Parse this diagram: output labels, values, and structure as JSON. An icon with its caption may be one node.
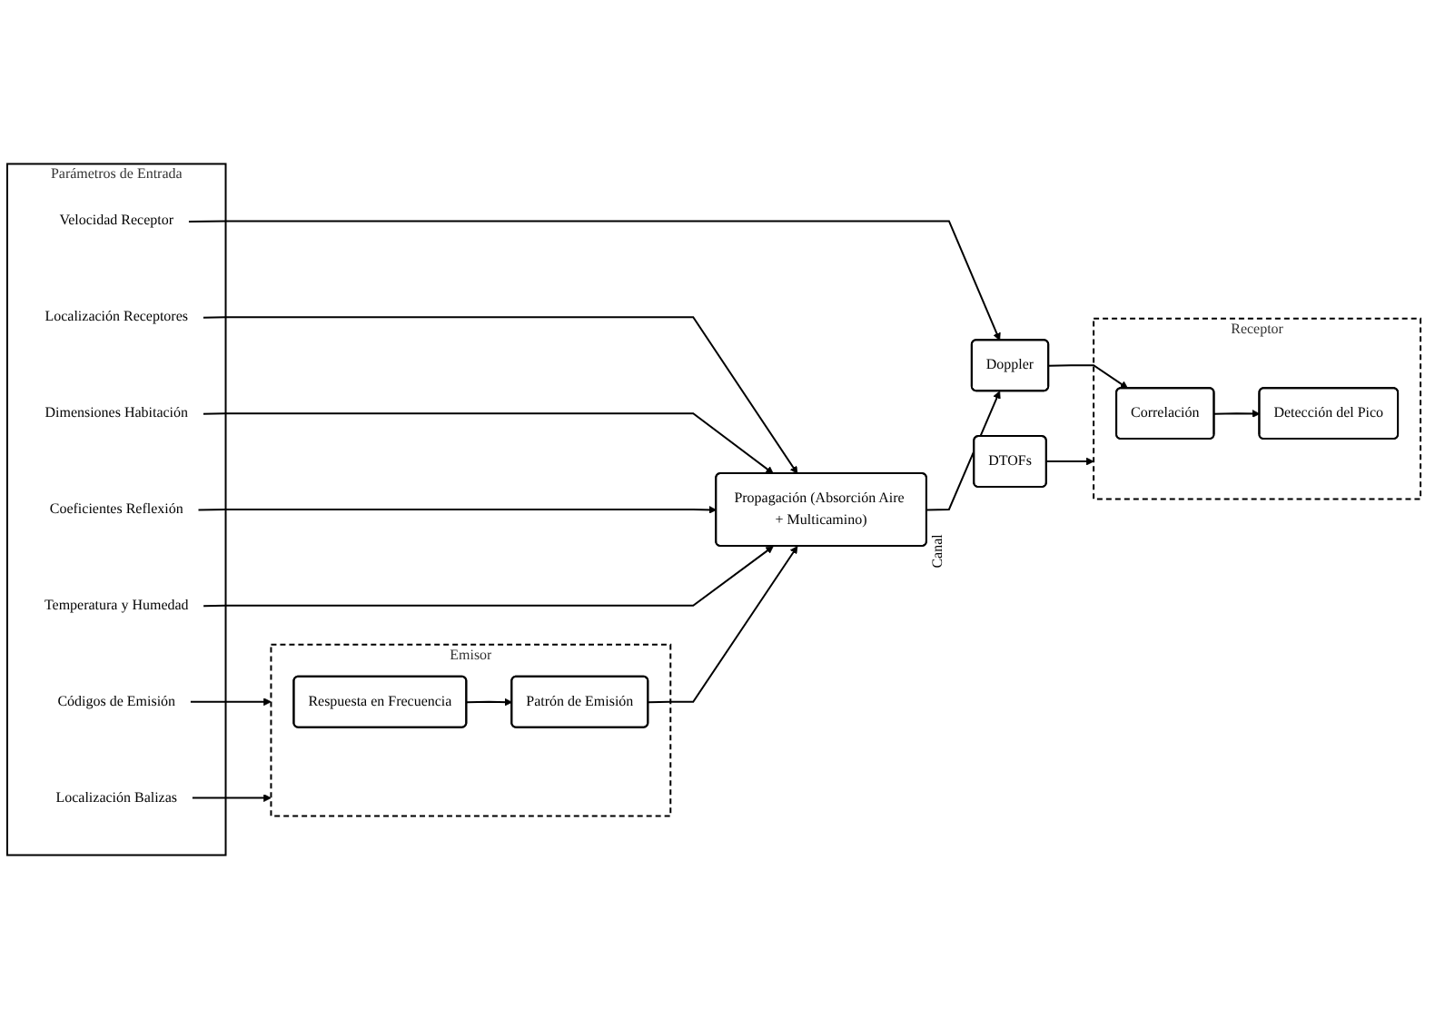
{
  "diagram": {
    "nodes": [
      {
        "text": [
          "Parámetros de Entrada"
        ]
      },
      {
        "text": [
          "Códigos de Emisión"
        ],
        "in": 0
      },
      {
        "text": [
          "Localización Balizas"
        ],
        "in": 0
      },
      {
        "text": [
          "Localización Receptores"
        ],
        "in": 0
      },
      {
        "text": [
          "Dimensiones Habitación"
        ],
        "in": 0
      },
      {
        "text": [
          "Coeficientes Reflexión"
        ],
        "in": 0
      },
      {
        "text": [
          "Temperatura y Humedad"
        ],
        "in": 0
      },
      {
        "text": [
          "Velocidad Receptor"
        ],
        "in": 0
      },
      {
        "text": [
          "DTOFs"
        ]
      },
      {
        "text": [
          "Emisor"
        ]
      },
      {
        "text": [
          "Respuesta en Frecuencia"
        ],
        "in": 9
      },
      {
        "text": [
          "Patrón de Emisión"
        ],
        "in": 9
      },
      {
        "text": [
          "Propagación (Absorción Aire + Multicamino)"
        ],
        "beside": [
          "Canal"
        ]
      },
      {
        "text": [
          "Doppler"
        ]
      },
      {
        "text": [
          "Receptor"
        ]
      },
      {
        "text": [
          "Correlación"
        ],
        "in": 14
      },
      {
        "text": [
          "Detección del Pico"
        ],
        "in": 14
      }
    ],
    "edges": [
      {
        "from": 1,
        "to": 9,
        "arrow": "to"
      },
      {
        "from": 2,
        "to": 9,
        "arrow": "to"
      },
      {
        "from": 3,
        "to": 12,
        "arrow": "to"
      },
      {
        "from": 4,
        "to": 12,
        "arrow": "to"
      },
      {
        "from": 5,
        "to": 12,
        "arrow": "to"
      },
      {
        "from": 6,
        "to": 12,
        "arrow": "to"
      },
      {
        "from": 7,
        "to": 13,
        "arrow": "to"
      },
      {
        "from": 8,
        "to": 14,
        "arrow": "to"
      },
      {
        "from": 10,
        "to": 11,
        "arrow": "to"
      },
      {
        "from": 11,
        "to": 12,
        "arrow": "to"
      },
      {
        "from": 12,
        "to": 13,
        "arrow": "to"
      },
      {
        "from": 13,
        "to": 15,
        "arrow": "to"
      },
      {
        "from": 15,
        "to": 16,
        "arrow": "to"
      }
    ]
  }
}
